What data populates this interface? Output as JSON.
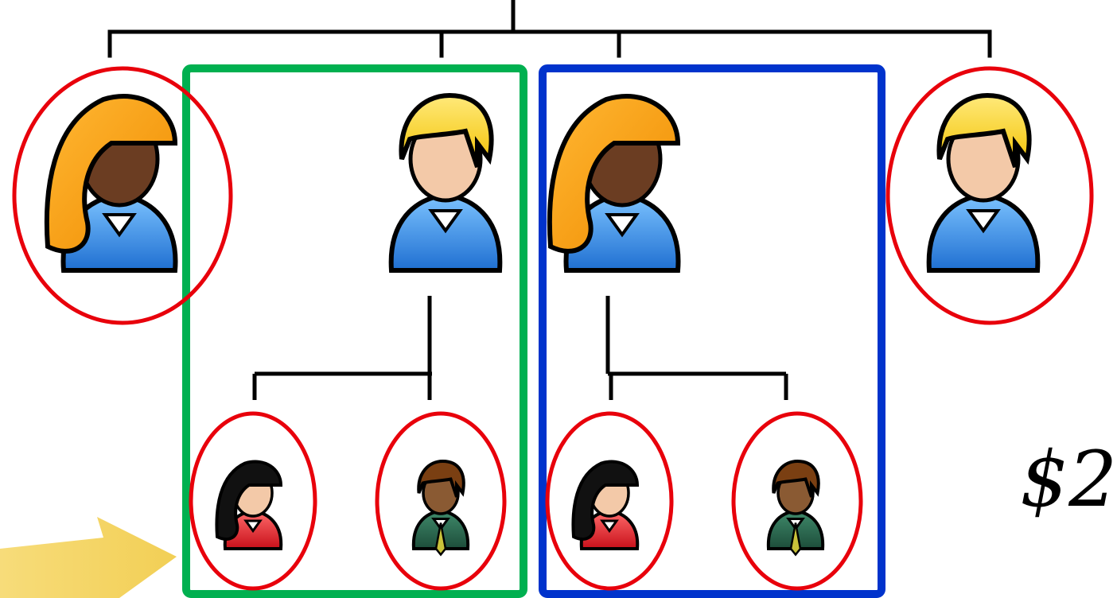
{
  "diagram": {
    "amount_label": "$2",
    "people": [
      {
        "id": "p1",
        "role": "parent",
        "gender": "female",
        "icon": "woman-orange-hair-icon",
        "circled": true
      },
      {
        "id": "p2",
        "role": "parent",
        "gender": "male",
        "icon": "man-blonde-hair-icon",
        "circled": false,
        "group": "green"
      },
      {
        "id": "p3",
        "role": "parent",
        "gender": "female",
        "icon": "woman-orange-hair-icon",
        "circled": false,
        "group": "blue"
      },
      {
        "id": "p4",
        "role": "parent",
        "gender": "male",
        "icon": "man-blonde-hair-icon",
        "circled": true
      },
      {
        "id": "c1",
        "role": "child",
        "gender": "female",
        "icon": "girl-black-hair-icon",
        "circled": true,
        "group": "green"
      },
      {
        "id": "c2",
        "role": "child",
        "gender": "male",
        "icon": "boy-brown-hair-icon",
        "circled": true,
        "group": "green"
      },
      {
        "id": "c3",
        "role": "child",
        "gender": "female",
        "icon": "girl-black-hair-icon",
        "circled": true,
        "group": "blue"
      },
      {
        "id": "c4",
        "role": "child",
        "gender": "male",
        "icon": "boy-brown-hair-icon",
        "circled": true,
        "group": "blue"
      }
    ],
    "groups": [
      {
        "id": "green",
        "color": "#00b050",
        "members": [
          "p2",
          "c1",
          "c2"
        ]
      },
      {
        "id": "blue",
        "color": "#0033cc",
        "members": [
          "p3",
          "c3",
          "c4"
        ]
      }
    ],
    "colors": {
      "connector": "#000000",
      "highlight_circle": "#e8000b",
      "arrow": "#f5d76e"
    }
  }
}
